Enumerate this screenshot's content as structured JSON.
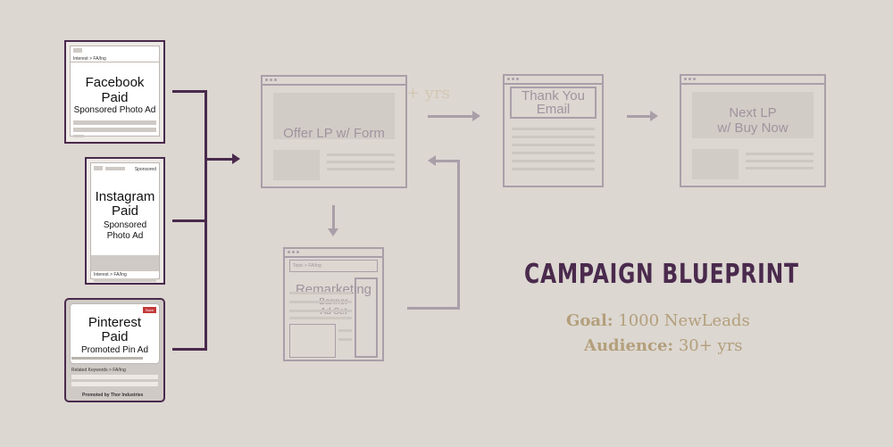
{
  "sources": [
    {
      "title_1": "Facebook",
      "title_2": "Paid",
      "subtitle": "Sponsored Photo Ad",
      "tag": "Interest > FA/Ing"
    },
    {
      "title_1": "Instagram",
      "title_2": "Paid",
      "subtitle_1": "Sponsored",
      "subtitle_2": "Photo Ad",
      "sponsored": "Sponsored",
      "tag": "Interest > FA/Ing"
    },
    {
      "title_1": "Pinterest",
      "title_2": "Paid",
      "subtitle": "Promoted Pin Ad",
      "badge": "Save",
      "tag": "Related Keywords > FA/Ing",
      "footer": "Promoted by Thor Industries"
    }
  ],
  "pages": {
    "offer": "Offer LP w/ Form",
    "thanks_1": "Thank You",
    "thanks_2": "Email",
    "next_1": "Next LP",
    "next_2": "w/ Buy Now",
    "remarketing": "Remarketing",
    "remarketing_sub_1": "Banner",
    "remarketing_sub_2": "Ad Set",
    "remarketing_tag": "Topic > FA/Ing"
  },
  "ghost_text": "+ yrs",
  "blueprint": {
    "title": "CAMPAIGN BLUEPRINT",
    "goal_label": "Goal:",
    "goal_value": "1000 NewLeads",
    "audience_label": "Audience:",
    "audience_value": "30+ yrs"
  },
  "colors": {
    "background": "#dcd7d1",
    "primary": "#4a2a4d",
    "muted": "#a99fa9",
    "gold": "#b39f7b"
  }
}
